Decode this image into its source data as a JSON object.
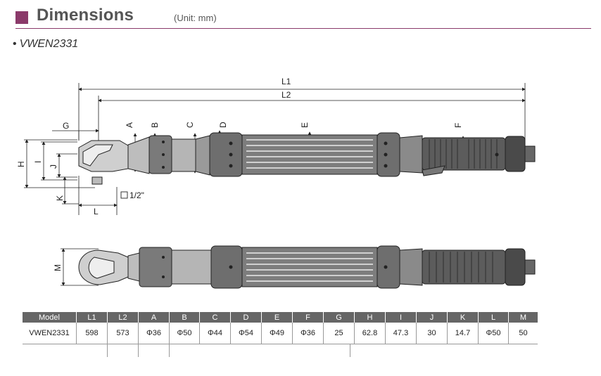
{
  "header": {
    "title": "Dimensions",
    "unit": "(Unit: mm)",
    "accent_color": "#8b3a6a"
  },
  "model_heading": {
    "bullet": "•",
    "name": "VWEN2331"
  },
  "drawing": {
    "labels": {
      "L1": "L1",
      "L2": "L2",
      "G": "G",
      "A": "A",
      "B": "B",
      "C": "C",
      "D": "D",
      "E": "E",
      "F": "F",
      "H": "H",
      "I": "I",
      "J": "J",
      "K": "K",
      "L": "L",
      "drive": "1/2\"",
      "M": "M"
    }
  },
  "table": {
    "headers": [
      "Model",
      "L1",
      "L2",
      "A",
      "B",
      "C",
      "D",
      "E",
      "F",
      "G",
      "H",
      "I",
      "J",
      "K",
      "L",
      "M"
    ],
    "rows": [
      [
        "VWEN2331",
        "598",
        "573",
        "Φ36",
        "Φ50",
        "Φ44",
        "Φ54",
        "Φ49",
        "Φ36",
        "25",
        "62.8",
        "47.3",
        "30",
        "14.7",
        "Φ50",
        "50"
      ]
    ]
  }
}
